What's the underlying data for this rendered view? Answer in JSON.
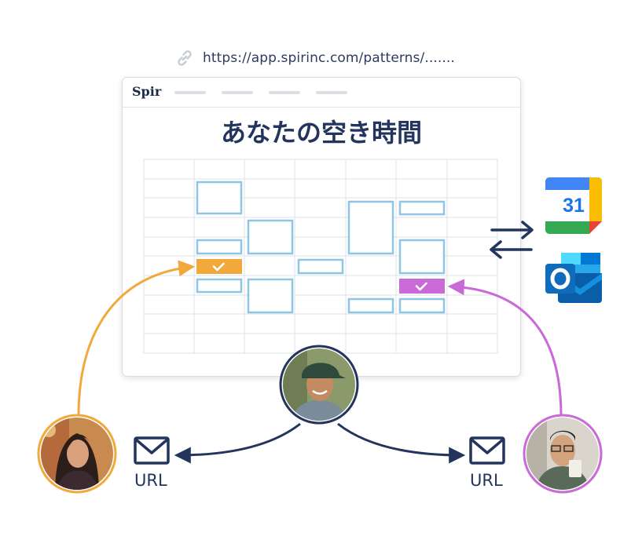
{
  "link": {
    "url": "https://app.spirinc.com/patterns/......."
  },
  "app": {
    "brand": "Spir",
    "heading": "あなたの空き時間"
  },
  "calendar_icons": {
    "google_date": "31"
  },
  "recipients": {
    "left_label": "URL",
    "right_label": "URL"
  },
  "colors": {
    "navy": "#23355c",
    "slot_blue": "#8fc6e6",
    "selected_orange": "#f2a93b",
    "selected_purple": "#c96ad6"
  }
}
